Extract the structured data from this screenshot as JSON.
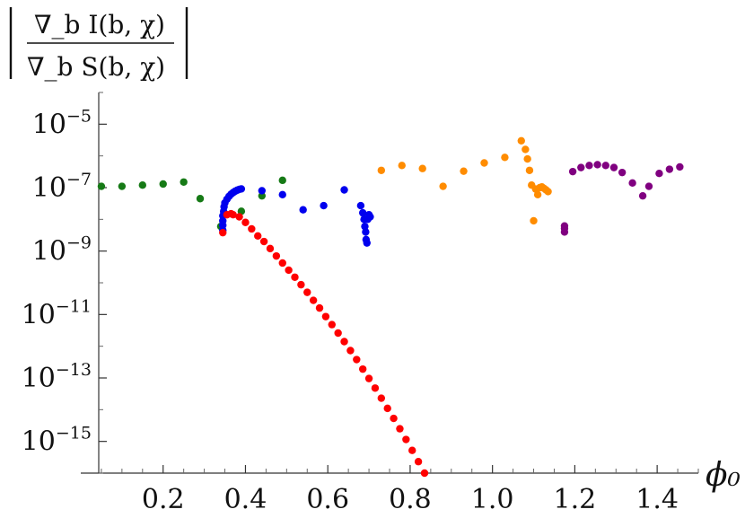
{
  "chart_data": {
    "type": "scatter",
    "title": "",
    "xlabel": "ϕ₀",
    "ylabel": {
      "numerator": "∇_b I(b, χ)",
      "denominator": "∇_b S(b, χ)"
    },
    "yscale": "log",
    "xlim": [
      0.0,
      1.5
    ],
    "ylim": [
      1e-16,
      0.0001
    ],
    "xticks": [
      0.2,
      0.4,
      0.6,
      0.8,
      1.0,
      1.2,
      1.4
    ],
    "xtick_labels": [
      "0.2",
      "0.4",
      "0.6",
      "0.8",
      "1.0",
      "1.2",
      "1.4"
    ],
    "yticks": [
      1e-15,
      1e-13,
      1e-11,
      1e-09,
      1e-07,
      1e-05
    ],
    "ytick_labels": [
      {
        "base": "10",
        "exp": "−15"
      },
      {
        "base": "10",
        "exp": "−13"
      },
      {
        "base": "10",
        "exp": "−11"
      },
      {
        "base": "10",
        "exp": "−9"
      },
      {
        "base": "10",
        "exp": "−7"
      },
      {
        "base": "10",
        "exp": "−5"
      }
    ],
    "grid": false,
    "series": [
      {
        "color": "#167a16",
        "points": [
          [
            0.05,
            1.1e-07
          ],
          [
            0.1,
            1.1e-07
          ],
          [
            0.15,
            1.2e-07
          ],
          [
            0.2,
            1.3e-07
          ],
          [
            0.25,
            1.5e-07
          ],
          [
            0.29,
            4.5e-08
          ],
          [
            0.34,
            6e-09
          ],
          [
            0.39,
            1.8e-08
          ],
          [
            0.44,
            5.5e-08
          ],
          [
            0.49,
            1.7e-07
          ]
        ]
      },
      {
        "color": "#0000ee",
        "points": [
          [
            0.345,
            4.5e-09
          ],
          [
            0.345,
            6.5e-09
          ],
          [
            0.345,
            9e-09
          ],
          [
            0.345,
            1.3e-08
          ],
          [
            0.347,
            1.8e-08
          ],
          [
            0.348,
            2.5e-08
          ],
          [
            0.35,
            3.3e-08
          ],
          [
            0.355,
            4.3e-08
          ],
          [
            0.36,
            5.3e-08
          ],
          [
            0.365,
            6.2e-08
          ],
          [
            0.37,
            7e-08
          ],
          [
            0.375,
            7.7e-08
          ],
          [
            0.38,
            8.3e-08
          ],
          [
            0.385,
            8.8e-08
          ],
          [
            0.39,
            9.1e-08
          ],
          [
            0.44,
            8e-08
          ],
          [
            0.49,
            6e-08
          ],
          [
            0.54,
            2e-08
          ],
          [
            0.59,
            2.7e-08
          ],
          [
            0.64,
            8.5e-08
          ],
          [
            0.68,
            2.7e-08
          ],
          [
            0.685,
            1.6e-08
          ],
          [
            0.688,
            1e-08
          ],
          [
            0.69,
            6e-09
          ],
          [
            0.692,
            4e-09
          ],
          [
            0.693,
            2.3e-09
          ],
          [
            0.695,
            1.8e-09
          ],
          [
            0.697,
            1e-08
          ],
          [
            0.7,
            1.4e-08
          ],
          [
            0.703,
            1.2e-08
          ]
        ]
      },
      {
        "color": "#ff0000",
        "points": [
          [
            0.345,
            3.8e-09
          ],
          [
            0.355,
            1.4e-08
          ],
          [
            0.365,
            1.5e-08
          ],
          [
            0.37,
            1.4e-08
          ],
          [
            0.385,
            1.2e-08
          ],
          [
            0.4,
            8e-09
          ],
          [
            0.415,
            5e-09
          ],
          [
            0.43,
            3e-09
          ],
          [
            0.445,
            2e-09
          ],
          [
            0.46,
            1.2e-09
          ],
          [
            0.475,
            7e-10
          ],
          [
            0.49,
            4.2e-10
          ],
          [
            0.505,
            2.5e-10
          ],
          [
            0.52,
            1.5e-10
          ],
          [
            0.535,
            8.7e-11
          ],
          [
            0.55,
            5e-11
          ],
          [
            0.565,
            2.8e-11
          ],
          [
            0.58,
            1.6e-11
          ],
          [
            0.595,
            8.6e-12
          ],
          [
            0.61,
            4.8e-12
          ],
          [
            0.625,
            2.6e-12
          ],
          [
            0.64,
            1.4e-12
          ],
          [
            0.655,
            7.3e-13
          ],
          [
            0.67,
            3.8e-13
          ],
          [
            0.685,
            1.9e-13
          ],
          [
            0.7,
            9.6e-14
          ],
          [
            0.715,
            4.8e-14
          ],
          [
            0.73,
            2.3e-14
          ],
          [
            0.745,
            1.1e-14
          ],
          [
            0.76,
            5.3e-15
          ],
          [
            0.775,
            2.5e-15
          ],
          [
            0.79,
            1.15e-15
          ],
          [
            0.805,
            5.2e-16
          ],
          [
            0.82,
            2.3e-16
          ],
          [
            0.835,
            1e-16
          ]
        ]
      },
      {
        "color": "#ff8c00",
        "points": [
          [
            0.73,
            3.5e-07
          ],
          [
            0.78,
            5e-07
          ],
          [
            0.83,
            4e-07
          ],
          [
            0.88,
            1.1e-07
          ],
          [
            0.93,
            3.3e-07
          ],
          [
            0.98,
            6e-07
          ],
          [
            1.03,
            9e-07
          ],
          [
            1.07,
            3e-06
          ],
          [
            1.08,
            1.6e-06
          ],
          [
            1.085,
            8e-07
          ],
          [
            1.09,
            3.5e-07
          ],
          [
            1.095,
            1.2e-07
          ],
          [
            1.1,
            9e-09
          ],
          [
            1.105,
            9e-08
          ],
          [
            1.11,
            6e-08
          ],
          [
            1.115,
            1e-07
          ],
          [
            1.12,
            1.05e-07
          ],
          [
            1.125,
            9.5e-08
          ],
          [
            1.13,
            8.5e-08
          ],
          [
            1.135,
            7.5e-08
          ]
        ]
      },
      {
        "color": "#800080",
        "points": [
          [
            1.175,
            4e-09
          ],
          [
            1.175,
            5.2e-09
          ],
          [
            1.175,
            6.2e-09
          ],
          [
            1.195,
            3.2e-07
          ],
          [
            1.215,
            4.3e-07
          ],
          [
            1.235,
            5e-07
          ],
          [
            1.255,
            5.3e-07
          ],
          [
            1.275,
            5e-07
          ],
          [
            1.295,
            4.3e-07
          ],
          [
            1.315,
            3e-07
          ],
          [
            1.34,
            1.4e-07
          ],
          [
            1.365,
            5.5e-08
          ],
          [
            1.38,
            1.1e-07
          ],
          [
            1.405,
            2.8e-07
          ],
          [
            1.43,
            3.8e-07
          ],
          [
            1.455,
            4.5e-07
          ]
        ]
      }
    ]
  }
}
